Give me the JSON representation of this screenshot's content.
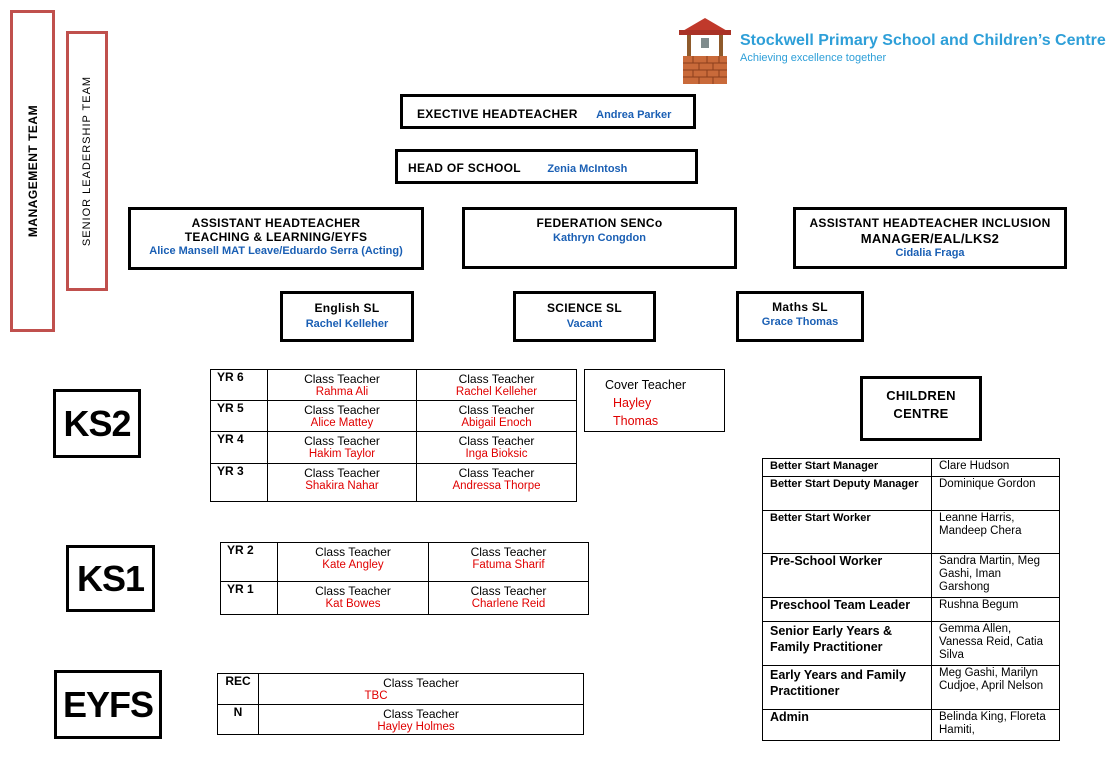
{
  "side": {
    "management": "MANAGEMENT TEAM",
    "senior": "SENIOR LEADERSHIP TEAM"
  },
  "logo": {
    "title": "Stockwell Primary School and Children’s Centre",
    "subtitle": "Achieving excellence together",
    "icon": "wishing-well-logo"
  },
  "executive": {
    "role": "EXECTIVE HEADTEACHER",
    "name": "Andrea Parker"
  },
  "head": {
    "role": "HEAD OF SCHOOL",
    "name": "Zenia McIntosh"
  },
  "asst_tl": {
    "role1": "ASSISTANT HEADTEACHER",
    "role2": "TEACHING & LEARNING/EYFS",
    "name": "Alice Mansell MAT Leave/Eduardo Serra (Acting)"
  },
  "senco": {
    "role": "FEDERATION SENCo",
    "name": "Kathryn Congdon"
  },
  "asst_inc": {
    "role1": "ASSISTANT HEADTEACHER INCLUSION",
    "role2": "MANAGER/EAL/LKS2",
    "name": "Cidalia Fraga"
  },
  "english": {
    "role": "English SL",
    "name": "Rachel Kelleher"
  },
  "science": {
    "role": "SCIENCE SL",
    "name": "Vacant"
  },
  "maths": {
    "role": "Maths SL",
    "name": "Grace Thomas"
  },
  "stages": {
    "ks2": "KS2",
    "ks1": "KS1",
    "eyfs": "EYFS"
  },
  "ks2": [
    {
      "year": "YR 6",
      "a_title": "Class Teacher",
      "a_name": "Rahma Ali",
      "b_title": "Class Teacher",
      "b_name": "Rachel Kelleher"
    },
    {
      "year": "YR 5",
      "a_title": "Class Teacher",
      "a_name": "Alice Mattey",
      "b_title": "Class Teacher",
      "b_name": "Abigail Enoch"
    },
    {
      "year": "YR 4",
      "a_title": "Class Teacher",
      "a_name": "Hakim Taylor",
      "b_title": "Class Teacher",
      "b_name": "Inga Bioksic"
    },
    {
      "year": "YR 3",
      "a_title": "Class Teacher",
      "a_name": "Shakira Nahar",
      "b_title": "Class Teacher",
      "b_name": "Andressa Thorpe"
    }
  ],
  "cover": {
    "title": "Cover Teacher",
    "name1": "Hayley",
    "name2": "Thomas"
  },
  "ks1": [
    {
      "year": "YR 2",
      "a_title": "Class Teacher",
      "a_name": "Kate Angley",
      "b_title": "Class Teacher",
      "b_name": "Fatuma Sharif"
    },
    {
      "year": "YR 1",
      "a_title": "Class Teacher",
      "a_name": "Kat Bowes",
      "b_title": "Class Teacher",
      "b_name": "Charlene Reid"
    }
  ],
  "eyfs": [
    {
      "year": "REC",
      "title": "Class Teacher",
      "name": "TBC"
    },
    {
      "year": "N",
      "title": "Class Teacher",
      "name": "Hayley Holmes"
    }
  ],
  "children_centre": {
    "heading1": "CHILDREN",
    "heading2": "CENTRE",
    "rows": [
      {
        "role": "Better Start Manager",
        "names": "Clare Hudson"
      },
      {
        "role": "Better Start Deputy Manager",
        "names": "Dominique Gordon"
      },
      {
        "role": "Better Start Worker",
        "names": "Leanne Harris, Mandeep Chera"
      },
      {
        "role": "Pre-School Worker",
        "names": "Sandra Martin, Meg Gashi, Iman Garshong"
      },
      {
        "role": "Preschool Team Leader",
        "names": "Rushna Begum"
      },
      {
        "role": "Senior Early Years & Family Practitioner",
        "names": "Gemma Allen, Vanessa Reid, Catia Silva"
      },
      {
        "role": "Early Years and Family Practitioner",
        "names": "Meg Gashi, Marilyn Cudjoe, April Nelson"
      },
      {
        "role": "Admin",
        "names": "Belinda King, Floreta Hamiti,"
      }
    ]
  }
}
